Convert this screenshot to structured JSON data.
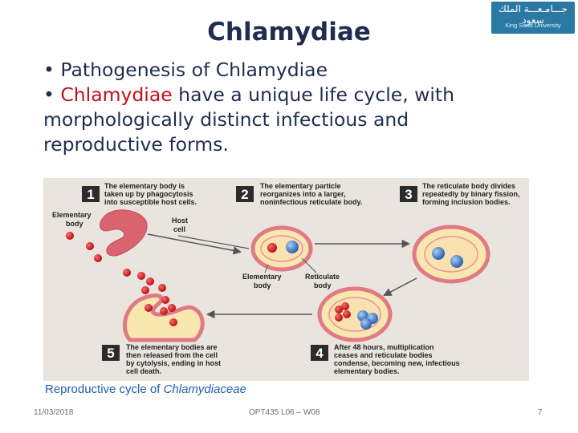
{
  "title": "Chlamydiae",
  "logo": {
    "arabic": "جـــامـعـــة الملك سعود",
    "english": "King Saud University"
  },
  "bullets": {
    "b1_mark": "•",
    "b1_text": "Pathogenesis of Chlamydiae",
    "b2_mark": "•",
    "b2_red": "Chlamydiae",
    "b2_text1": " have a unique life cycle, with",
    "b2_text2": "morphologically distinct infectious and",
    "b2_text3": "reproductive forms."
  },
  "figure": {
    "steps": [
      {
        "num": "1",
        "lines": [
          "The elementary body is",
          "taken up by phagocytosis",
          "into susceptible host cells."
        ]
      },
      {
        "num": "2",
        "lines": [
          "The elementary particle",
          "reorganizes into a larger,",
          "noninfectious reticulate body."
        ]
      },
      {
        "num": "3",
        "lines": [
          "The reticulate body divides",
          "repeatedly by binary fission,",
          "forming inclusion bodies."
        ]
      },
      {
        "num": "4",
        "lines": [
          "After 48 hours, multiplication",
          "ceases and reticulate bodies",
          "condense, becoming new, infectious",
          "elementary bodies."
        ]
      },
      {
        "num": "5",
        "lines": [
          "The elementary bodies are",
          "then released from the cell",
          "by cytolysis, ending in host",
          "cell death."
        ]
      }
    ],
    "labels": {
      "elementary_body_1": "Elementary",
      "elementary_body_2": "body",
      "host_cell_1": "Host",
      "host_cell_2": "cell",
      "elem_body_center_1": "Elementary",
      "elem_body_center_2": "body",
      "reticulate_1": "Reticulate",
      "reticulate_2": "body"
    },
    "colors": {
      "step_box": "#2b2b2b",
      "cell_fill": "#f8e8b0",
      "membrane": "#e07a84",
      "elementary": "#d8121c",
      "reticulate": "#2f6fc0",
      "bg": "#e9e5de"
    }
  },
  "caption": {
    "prefix": "Reproductive cycle of ",
    "italic": "Chlamydiaceae"
  },
  "footer": {
    "date": "11/03/2018",
    "course": "OPT435   L06 – W08",
    "page": "7"
  }
}
